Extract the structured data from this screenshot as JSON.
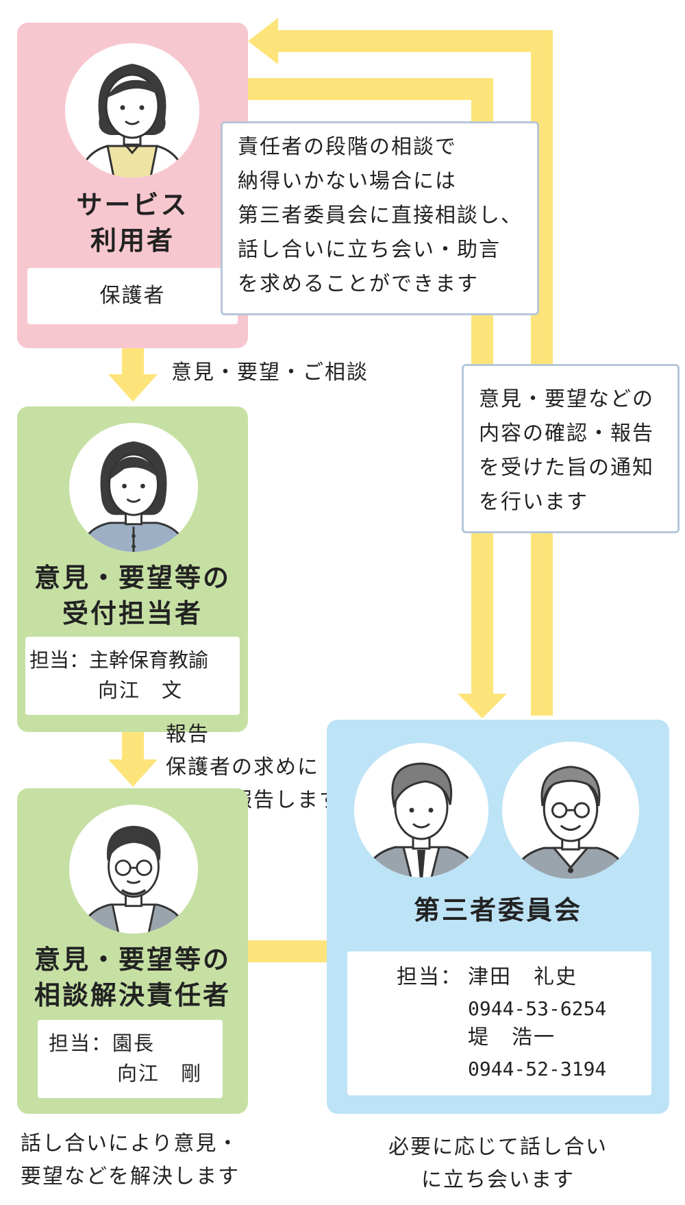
{
  "user_box": {
    "title_line1": "サービス",
    "title_line2": "利用者",
    "card": "保護者"
  },
  "consult_note": {
    "lines": [
      "責任者の段階の相談で",
      "納得いかない場合には",
      "第三者委員会に直接相談し、",
      "話し合いに立ち会い・助言",
      "を求めることができます"
    ]
  },
  "arrow1_label": "意見・要望・ご相談",
  "confirm_note": {
    "lines": [
      "意見・要望などの",
      "内容の確認・報告",
      "を受けた旨の通知",
      "を行います"
    ]
  },
  "reception_box": {
    "title_line1": "意見・要望等の",
    "title_line2": "受付担当者",
    "card_line1": "担当：主幹保育教諭",
    "card_line2": "向江　文"
  },
  "report_label": {
    "line1": "報告",
    "line2": "保護者の求めに",
    "line3": "応じて報告します"
  },
  "responsible_box": {
    "title_line1": "意見・要望等の",
    "title_line2": "相談解決責任者",
    "card_line1": "担当：園長",
    "card_line2": "向江　剛"
  },
  "committee_box": {
    "title": "第三者委員会",
    "card_label": "担当：",
    "person1": "津田　礼史",
    "phone1": "0944-53-6254",
    "person2": "堤　浩一",
    "phone2": "0944-52-3194"
  },
  "footer_left": {
    "line1": "話し合いにより意見・",
    "line2": "要望などを解決します"
  },
  "footer_right": {
    "line1": "必要に応じて話し合い",
    "line2": "に立ち会います"
  },
  "colors": {
    "pink": "#f7c7cf",
    "green": "#c6e0a4",
    "blue": "#bde3f6",
    "arrow_yellow": "#fde47a",
    "note_border": "#b6c6d6"
  },
  "icons": [
    "woman-avatar-icon",
    "woman-staff-avatar-icon",
    "man-glasses-avatar-icon",
    "man-suit-avatar-icon",
    "older-man-avatar-icon",
    "arrow-down-icon",
    "arrow-left-icon"
  ]
}
